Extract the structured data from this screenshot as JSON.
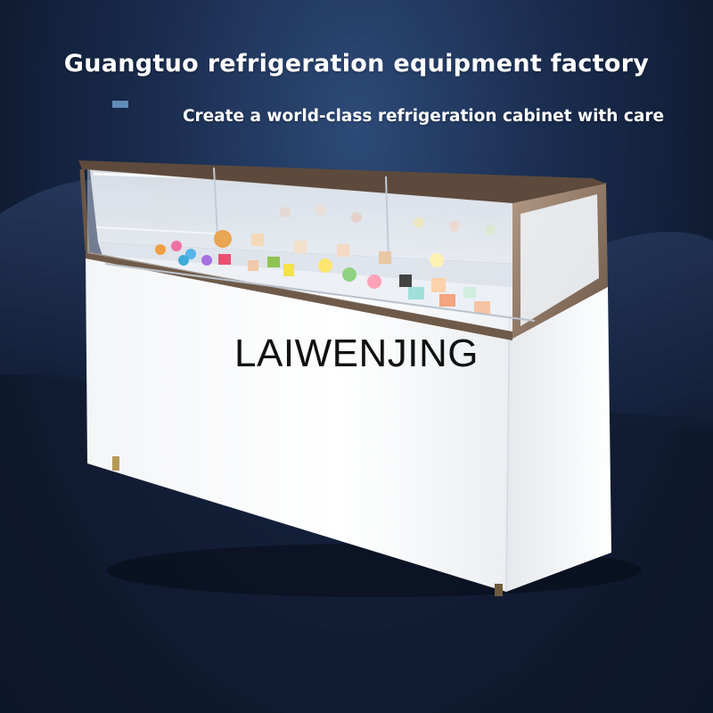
{
  "headline": "Guangtuo refrigeration equipment factory",
  "subline": "Create a world-class refrigeration cabinet with care",
  "watermark": "LAIWENJING",
  "colors": {
    "background": "#1a2c4e",
    "cabinet_body": "#ffffff",
    "glass_frame": "#9a7f6a",
    "text": "#ffffff"
  }
}
